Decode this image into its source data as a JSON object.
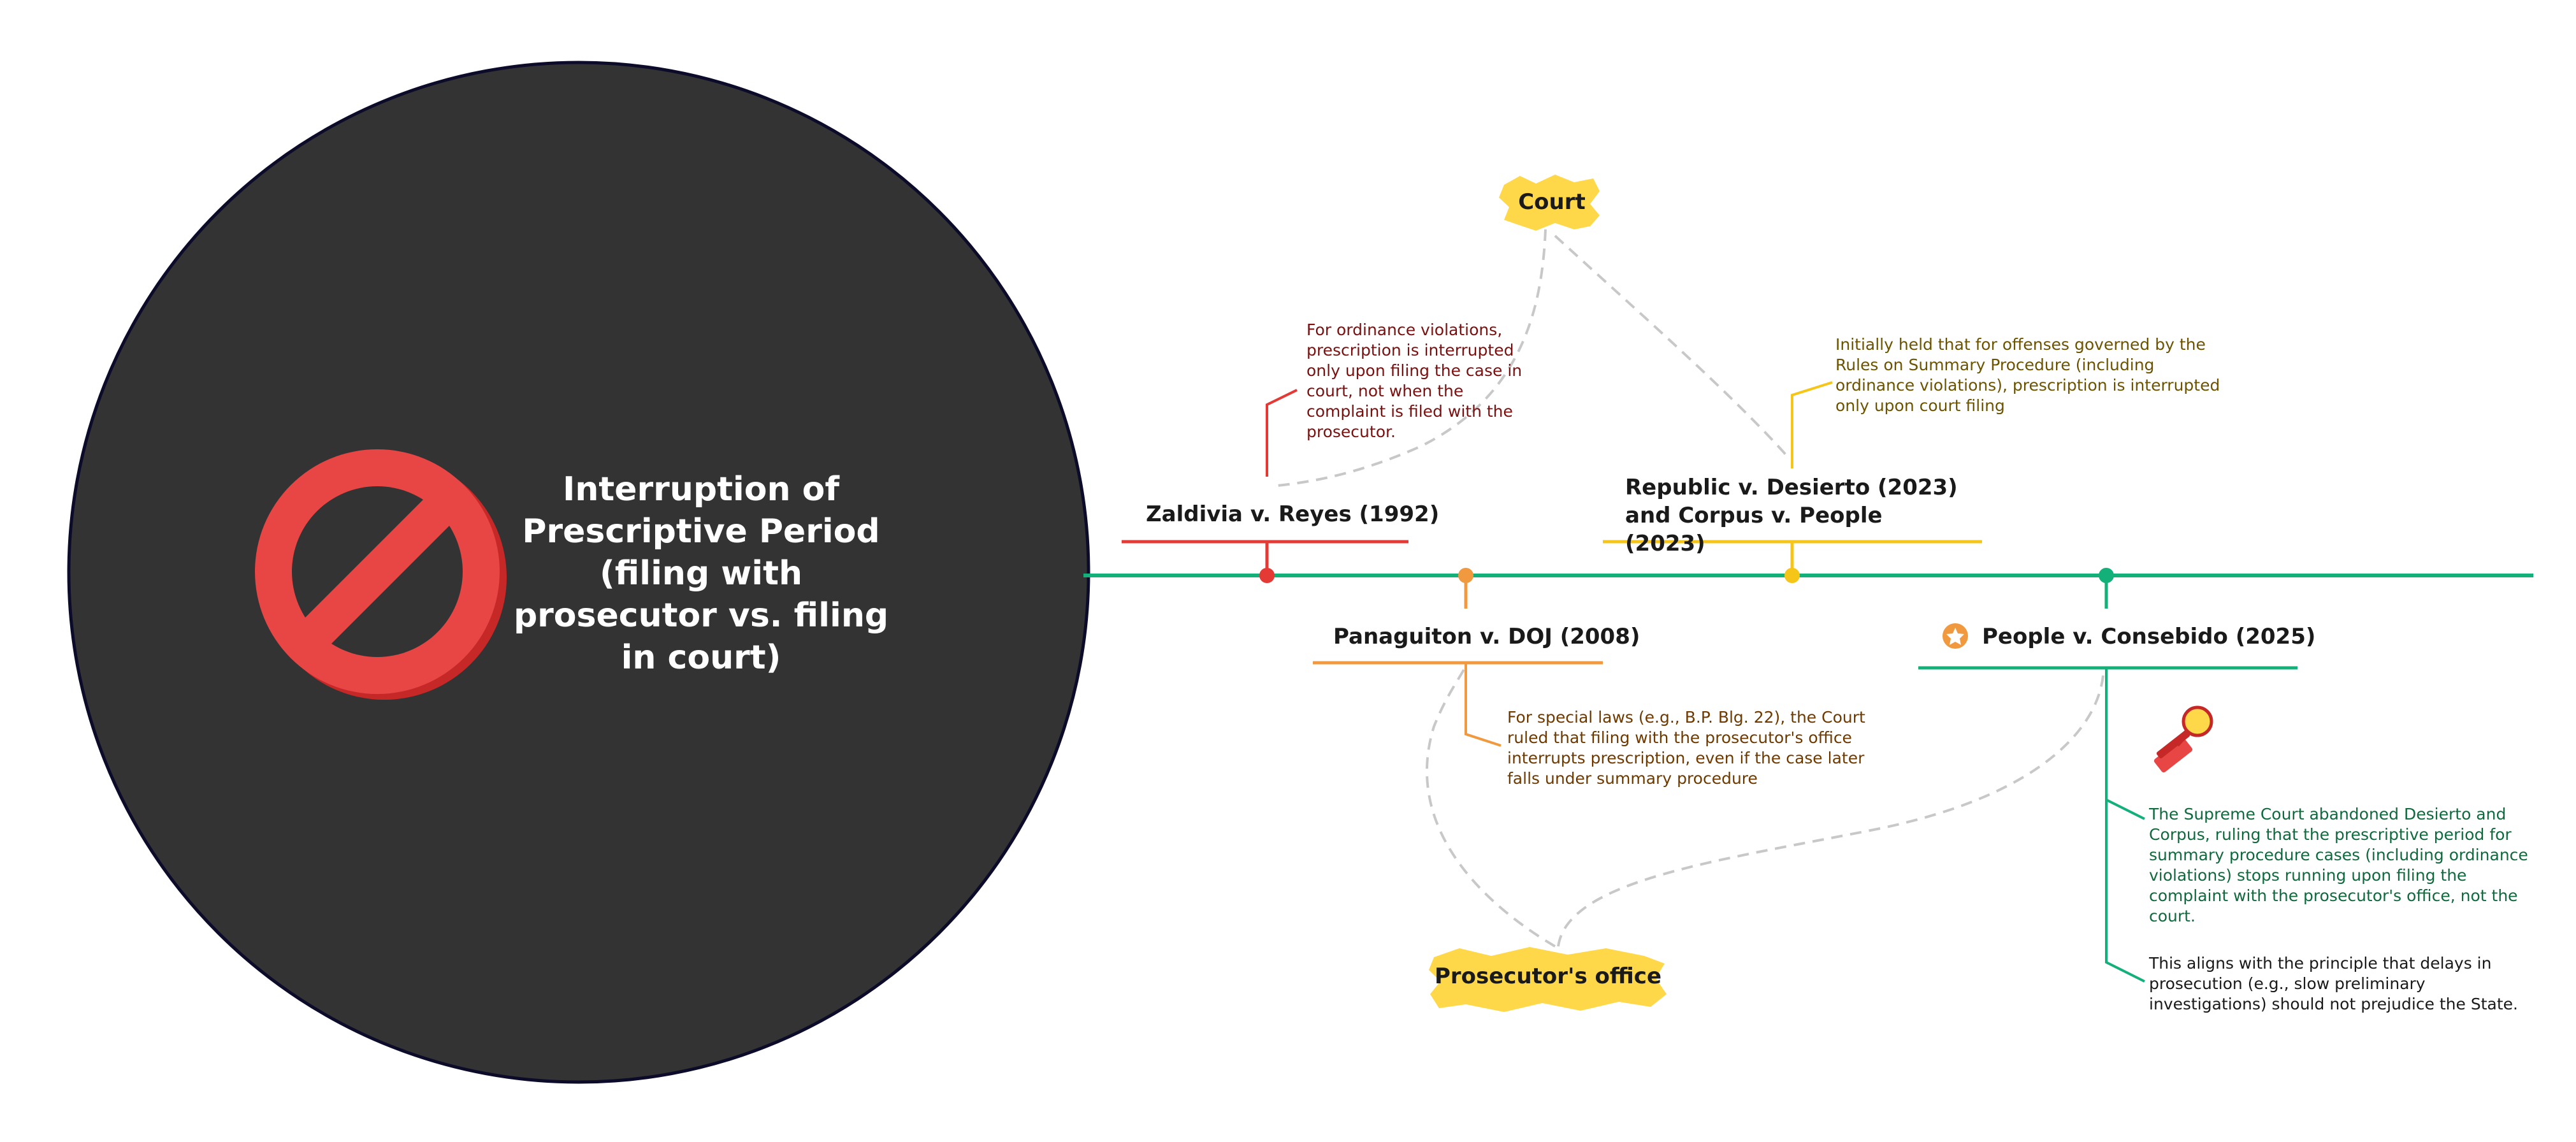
{
  "central_topic": {
    "title": "Interruption of Prescriptive Period (filing with prosecutor vs. filing in court)",
    "icon": "prohibited-icon",
    "background_color": "#333333"
  },
  "labels": {
    "court": "Court",
    "prosecutors_office": "Prosecutor's office"
  },
  "cases": [
    {
      "title": "Zaldivia v. Reyes (1992)",
      "color": "#e53935",
      "note": "For ordinance violations, prescription is interrupted only upon filing the case in court, not when the complaint is filed with the prosecutor."
    },
    {
      "title": "Panaguiton v. DOJ (2008)",
      "color": "#f0993e",
      "note": "For special laws (e.g., B.P. Blg. 22), the Court ruled that filing with the prosecutor's office interrupts prescription, even if the case later falls under summary procedure"
    },
    {
      "title": "Republic v. Desierto (2023) and Corpus v. People (2023)",
      "color": "#f5c518",
      "note": "Initially held that for offenses governed by the Rules on Summary Procedure (including ordinance violations), prescription is interrupted only upon court filing"
    },
    {
      "title": "People v. Consebido (2025)",
      "color": "#14b07a",
      "icon": "star-badge-icon",
      "sticker": "rubber-stamp-icon",
      "notes": [
        "The Supreme Court abandoned Desierto and Corpus, ruling that the prescriptive period for summary procedure cases (including ordinance violations) stops running upon filing the complaint with the prosecutor's office, not the court.",
        "This aligns with the principle that delays in prosecution (e.g., slow preliminary investigations) should not prejudice the State."
      ]
    }
  ]
}
